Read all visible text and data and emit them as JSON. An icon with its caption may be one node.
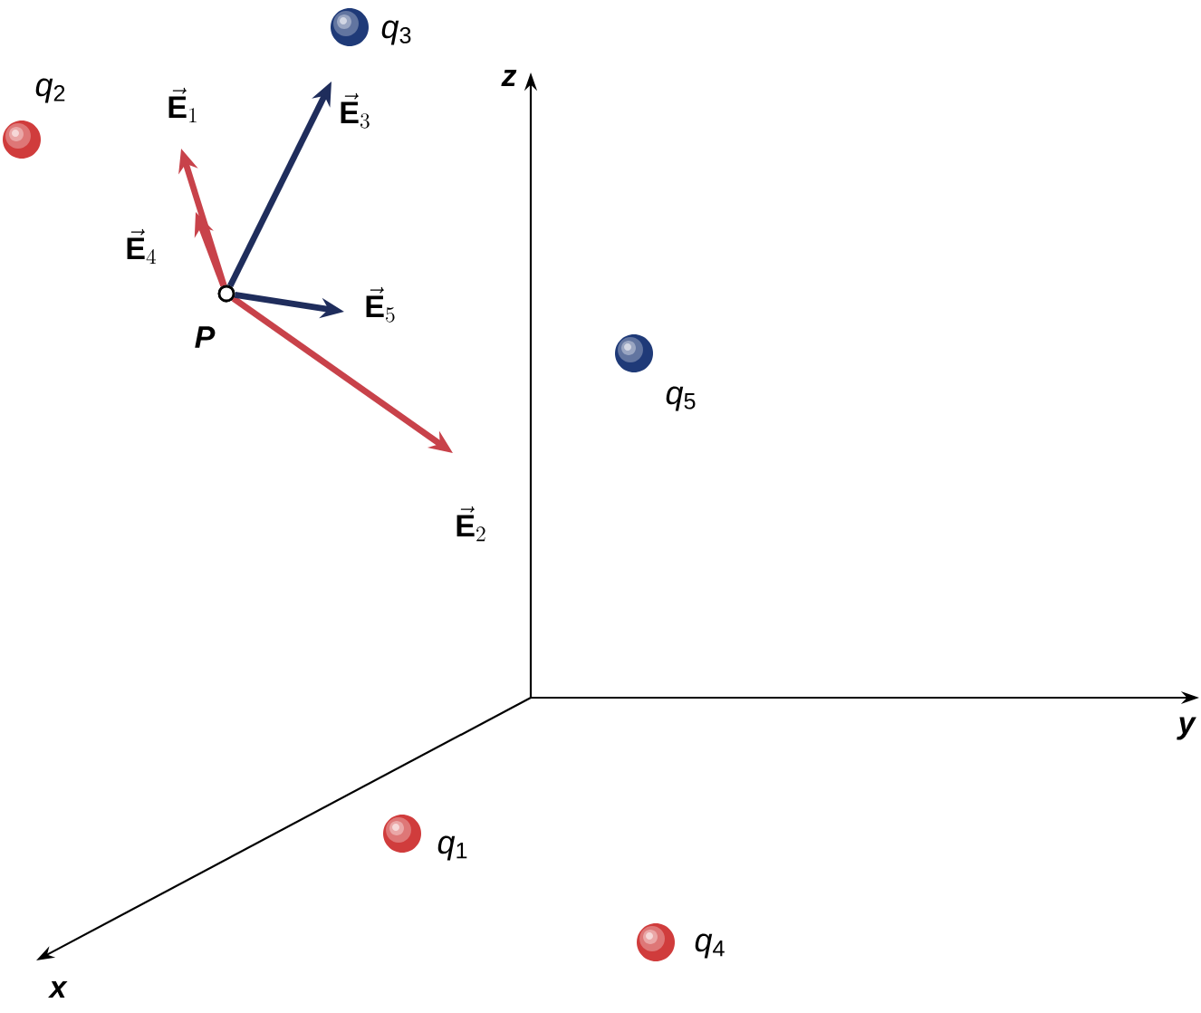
{
  "diagram": {
    "nodes": [
      {
        "text": [],
        "shape": "circle",
        "beside": [
          "*q*$_{1}$"
        ]
      },
      {
        "text": [],
        "shape": "circle",
        "beside": [
          "*q*$_{2}$"
        ]
      },
      {
        "text": [],
        "shape": "circle",
        "beside": [
          "*q*$_{3}$"
        ]
      },
      {
        "text": [],
        "shape": "circle",
        "beside": [
          "*q*$_{4}$"
        ]
      },
      {
        "text": [],
        "shape": "circle",
        "beside": [
          "*q*$_{5}$"
        ]
      },
      {
        "text": [],
        "shape": "circle",
        "beside": [
          "P"
        ]
      }
    ],
    "edges": [
      {
        "from": 5,
        "to": null,
        "arrow": "to",
        "label": "\\vec{\\mathbf{E}}_{1}"
      },
      {
        "from": 5,
        "to": null,
        "arrow": "to",
        "label": "\\vec{\\mathbf{E}}_{2}"
      },
      {
        "from": 5,
        "to": null,
        "arrow": "to",
        "label": "\\vec{\\mathbf{E}}_{3}",
        "color": "#1f2d5c"
      },
      {
        "from": 5,
        "to": null,
        "arrow": "to",
        "label": "\\vec{\\mathbf{E}}_{4}"
      },
      {
        "from": 5,
        "to": null,
        "arrow": "to",
        "label": "\\vec{\\mathbf{E}}_{5}",
        "color": "#1f2d5c"
      }
    ],
    "labels": [
      "z",
      "y",
      "x"
    ]
  }
}
